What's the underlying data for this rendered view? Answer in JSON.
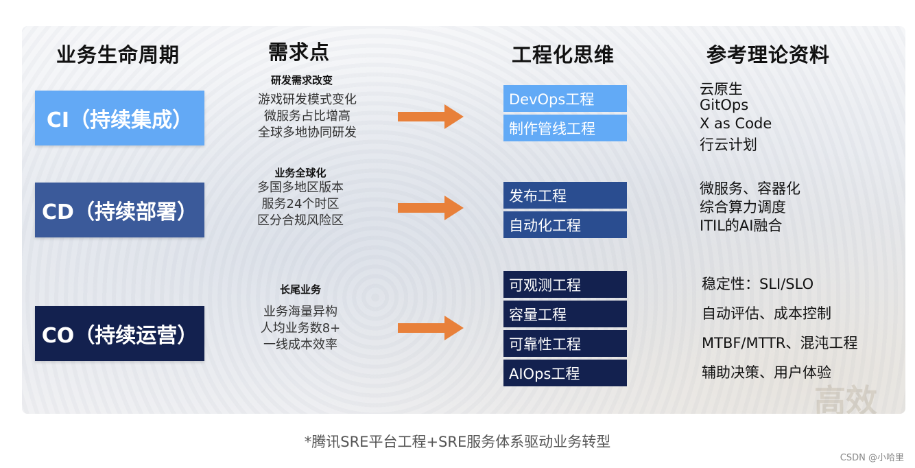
{
  "headers": {
    "lifecycle": "业务生命周期",
    "needs": "需求点",
    "engineering": "工程化思维",
    "references": "参考理论资料"
  },
  "stages": [
    {
      "label": "CI（持续集成）",
      "color": "#63a9f5"
    },
    {
      "label": "CD（持续部署）",
      "color": "#3b5a9a"
    },
    {
      "label": "CO（持续运营）",
      "color": "#13214f"
    }
  ],
  "needs": [
    {
      "title": "研发需求改变",
      "lines": [
        "游戏研发模式变化",
        "微服务占比增高",
        "全球多地协同研发"
      ]
    },
    {
      "title": "业务全球化",
      "lines": [
        "多国多地区版本",
        "服务24个时区",
        "区分合规风险区"
      ]
    },
    {
      "title": "长尾业务",
      "lines": [
        "业务海量异构",
        "人均业务数8+",
        "一线成本效率"
      ]
    }
  ],
  "arrow_color": "#e8803a",
  "engineering": [
    {
      "items": [
        "DevOps工程",
        "制作管线工程"
      ],
      "color": "#62aaf6"
    },
    {
      "items": [
        "发布工程",
        "自动化工程"
      ],
      "color": "#2a4d90"
    },
    {
      "items": [
        "可观测工程",
        "容量工程",
        "可靠性工程",
        "AIOps工程"
      ],
      "color": "#13214f"
    }
  ],
  "references": [
    [
      "云原生",
      "GitOps",
      "X as Code",
      "行云计划"
    ],
    [
      "微服务、容器化",
      "综合算力调度",
      "ITIL的AI融合"
    ],
    [
      "稳定性：SLI/SLO",
      "自动评估、成本控制",
      "MTBF/MTTR、混沌工程",
      "辅助决策、用户体验"
    ]
  ],
  "caption": "*腾讯SRE平台工程+SRE服务体系驱动业务转型",
  "watermark": "CSDN @小哈里",
  "background_text": "高效"
}
